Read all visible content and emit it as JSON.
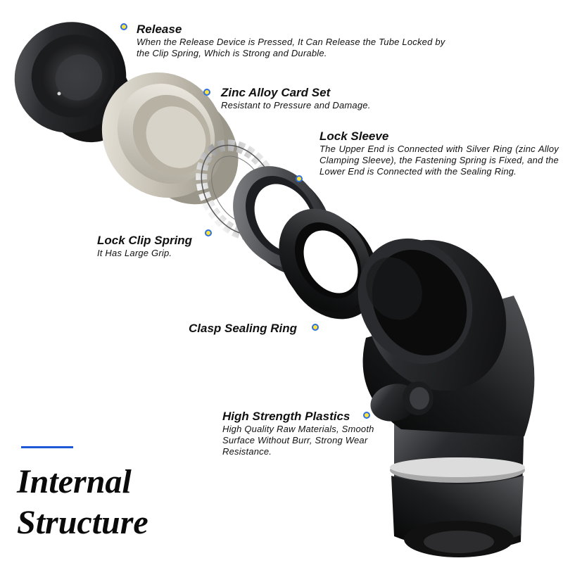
{
  "heading": {
    "line1": "Internal",
    "line2": "Structure"
  },
  "colors": {
    "accent": "#1f57d9",
    "dot_fill": "#ffe53b",
    "dot_ring": "#2f6fe0"
  },
  "parts": [
    {
      "title": "Release",
      "description": "When the Release Device is Pressed, It Can Release the Tube Locked by the Clip Spring, Which is Strong and Durable."
    },
    {
      "title": "Zinc Alloy Card Set",
      "description": "Resistant to Pressure and Damage."
    },
    {
      "title": "Lock Sleeve",
      "description": "The Upper End is Connected with Silver Ring (zinc Alloy Clamping Sleeve), the Fastening Spring is Fixed, and the Lower End is Connected with the Sealing Ring."
    },
    {
      "title": "Lock Clip Spring",
      "description": "It Has Large Grip."
    },
    {
      "title": "Clasp Sealing Ring",
      "description": ""
    },
    {
      "title": "High Strength Plastics",
      "description": "High Quality Raw Materials, Smooth Surface Without Burr, Strong Wear Resistance."
    }
  ]
}
